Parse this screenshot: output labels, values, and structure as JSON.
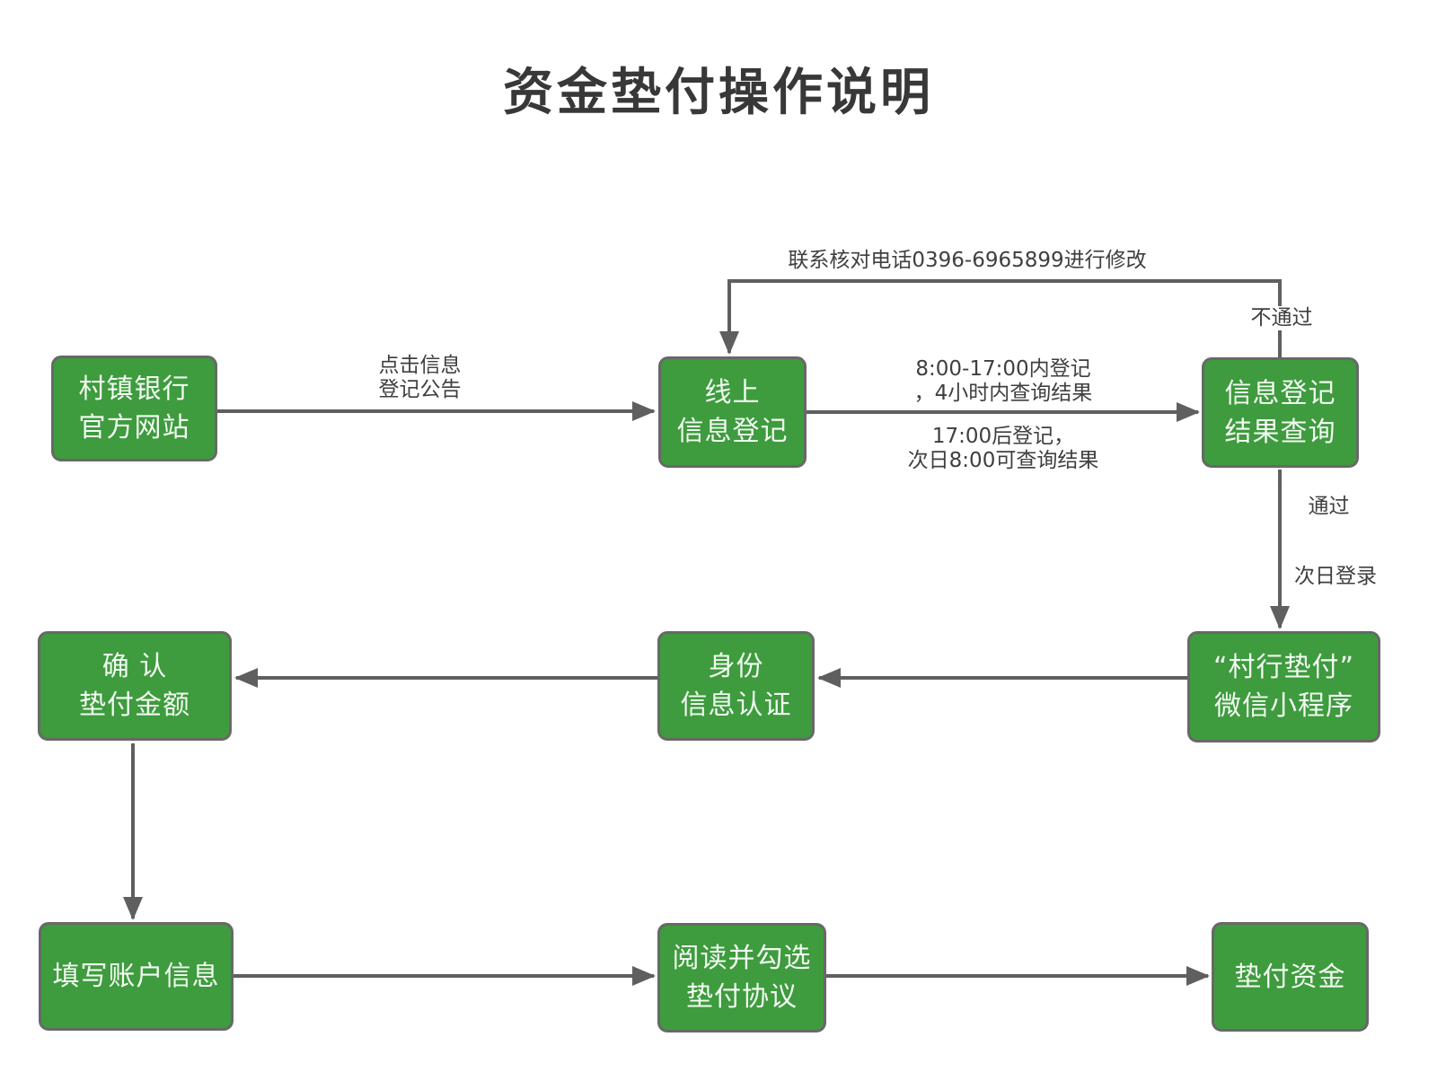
{
  "title": "资金垫付操作说明",
  "nodes": {
    "bank_site": {
      "lines": [
        "村镇银行",
        "官方网站"
      ]
    },
    "online_reg": {
      "lines": [
        "线上",
        "信息登记"
      ]
    },
    "result_query": {
      "lines": [
        "信息登记",
        "结果查询"
      ]
    },
    "mini_program": {
      "lines": [
        "“村行垫付”",
        "微信小程序"
      ]
    },
    "identity_auth": {
      "lines": [
        "身份",
        "信息认证"
      ]
    },
    "confirm_amount": {
      "lines": [
        "确 认",
        "垫付金额"
      ]
    },
    "fill_account": {
      "lines": [
        "填写账户信息"
      ]
    },
    "agreement": {
      "lines": [
        "阅读并勾选",
        "垫付协议"
      ]
    },
    "advance_funds": {
      "lines": [
        "垫付资金"
      ]
    }
  },
  "edge_labels": {
    "click_notice": {
      "lines": [
        "点击信息",
        "登记公告"
      ]
    },
    "daytime_reg": {
      "lines": [
        "8:00-17:00内登记",
        "，4小时内查询结果"
      ]
    },
    "evening_reg": {
      "lines": [
        "17:00后登记，",
        "次日8:00可查询结果"
      ]
    },
    "contact_modify": "联系核对电话0396-6965899进行修改",
    "not_pass": "不通过",
    "pass": "通过",
    "next_day_login": "次日登录"
  },
  "colors": {
    "node_fill": "#3e9b3e",
    "node_border": "#686868",
    "node_text": "#f2fbf2",
    "line": "#5f5f5f",
    "label_text": "#3f3f3f",
    "title_text": "#383838",
    "background": "#ffffff"
  }
}
